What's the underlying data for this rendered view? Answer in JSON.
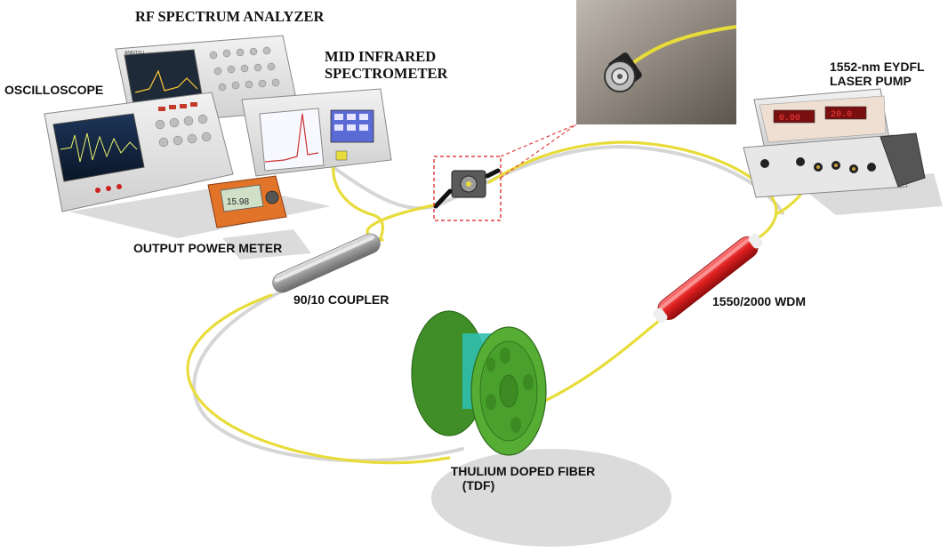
{
  "labels": {
    "rf_analyzer": "RF SPECTRUM ANALYZER",
    "mid_ir_line1": "MID INFRARED",
    "mid_ir_line2": "SPECTROMETER",
    "oscilloscope": "OSCILLOSCOPE",
    "power_meter": "OUTPUT POWER METER",
    "coupler": "90/10 COUPLER",
    "pump_line1": "1552-nm EYDFL",
    "pump_line2": "LASER PUMP",
    "wdm": "1550/2000 WDM",
    "tdf_line1": "THULIUM DOPED FIBER",
    "tdf_line2": "(TDF)"
  },
  "device_text": {
    "rf_brand": "ANRITSU",
    "power_reading": "15.98",
    "pump_display_left": "0.00",
    "pump_display_right": "20.0"
  },
  "colors": {
    "fiber": "#e8dc3a",
    "spool": "#4aa02c",
    "wdm": "#dd1f1f",
    "coupler": "#a9a9a9",
    "inset_frame": "#e04040"
  }
}
